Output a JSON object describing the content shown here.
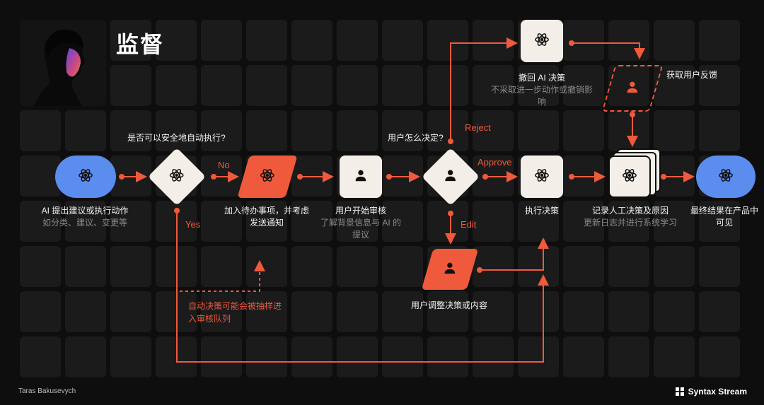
{
  "header": {
    "title": "监督"
  },
  "nodes": {
    "ai_propose": {
      "title": "AI 提出建议或执行动作",
      "sub": "如分类、建议、变更等"
    },
    "todo": {
      "title": "加入待办事项，并考虑发送通知"
    },
    "user_review": {
      "title": "用户开始审核",
      "sub": "了解背景信息与 AI 的提议"
    },
    "execute": {
      "title": "执行决策"
    },
    "record": {
      "title": "记录人工决策及原因",
      "sub": "更新日志并进行系统学习"
    },
    "final": {
      "title": "最终结果在产品中可见"
    },
    "revoke": {
      "title": "撤回 AI 决策",
      "sub": "不采取进一步动作或撤销影响"
    },
    "feedback": {
      "title": "获取用户反馈"
    },
    "adjust": {
      "title": "用户调整决策或内容"
    }
  },
  "questions": {
    "auto_safe": "是否可以安全地自动执行?",
    "user_decide": "用户怎么决定?"
  },
  "edges": {
    "no": "No",
    "yes": "Yes",
    "reject": "Reject",
    "approve": "Approve",
    "edit": "Edit"
  },
  "notes": {
    "sampling": "自动决策可能会被抽样进入审核队列"
  },
  "footer": {
    "author": "Taras Bakusevych",
    "brand": "Syntax Stream"
  },
  "colors": {
    "accent": "#ef5a3c",
    "blue": "#5b8def",
    "light": "#f3efe8",
    "tile": "#1b1b1b"
  },
  "icons": [
    "atom-icon",
    "user-icon",
    "syntax-stream-logo-icon"
  ]
}
